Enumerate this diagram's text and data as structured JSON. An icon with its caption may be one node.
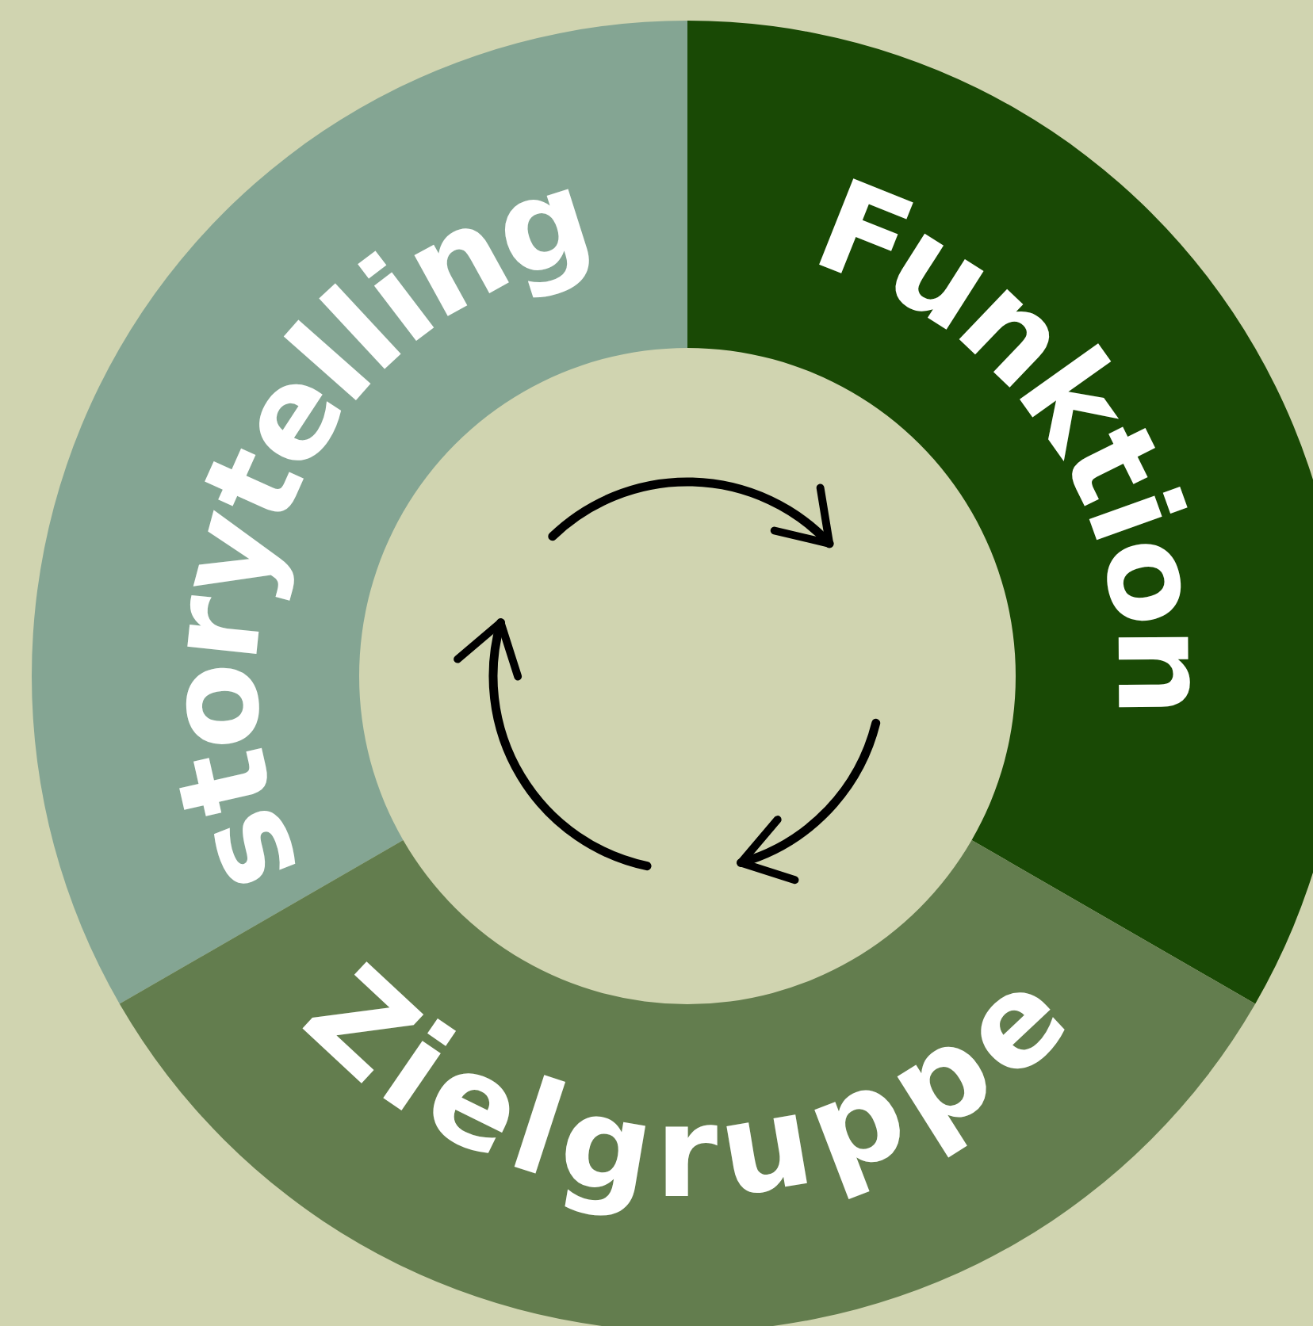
{
  "diagram": {
    "nodes": [
      {
        "text": [
          "storytelling"
        ]
      },
      {
        "text": [
          "Funktion"
        ]
      },
      {
        "text": [
          "Zielgruppe"
        ]
      }
    ]
  }
}
